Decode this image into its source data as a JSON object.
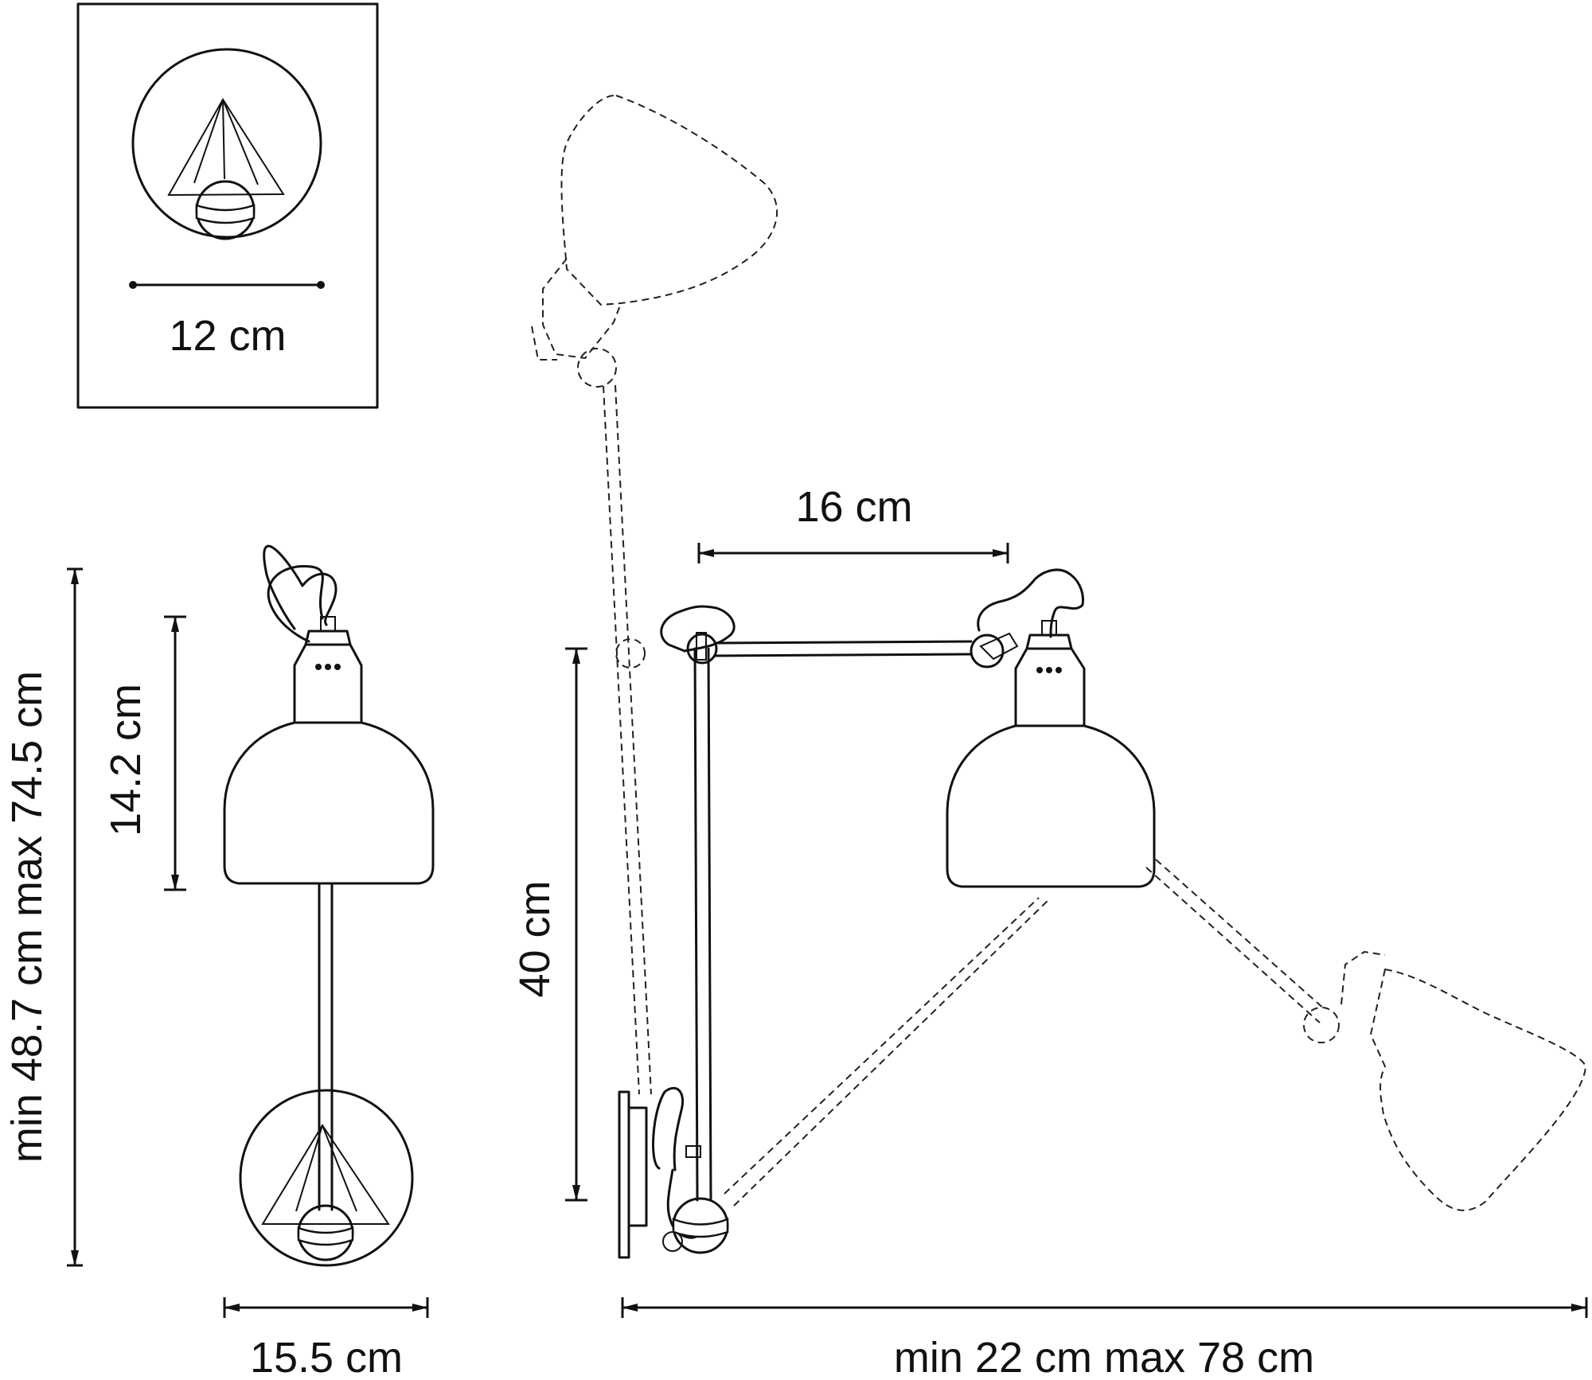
{
  "dimensions": {
    "canopy_diameter": "12 cm",
    "arm_length": "16 cm",
    "shade_height": "14.2 cm",
    "total_height": "min 48.7 cm max 74.5 cm",
    "vertical_arm": "40 cm",
    "width": "15.5 cm",
    "projection": "min 22 cm max 78 cm"
  },
  "colors": {
    "line": "#111111",
    "background": "#ffffff"
  }
}
